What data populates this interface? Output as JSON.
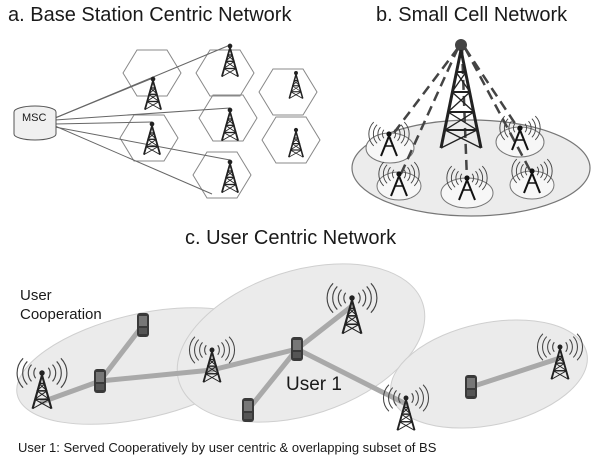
{
  "panel_a": {
    "title": "a. Base Station Centric Network",
    "msc_label": "MSC"
  },
  "panel_b": {
    "title": "b. Small Cell Network"
  },
  "panel_c": {
    "title": "c. User Centric Network",
    "coop_label_line1": "User",
    "coop_label_line2": "Cooperation",
    "user1_label": "User 1",
    "caption": "User 1: Served Cooperatively by user centric & overlapping subset of BS"
  },
  "colors": {
    "line": "#333333",
    "cell_fill": "#ededed",
    "link_fill": "#a9a9a9"
  },
  "icons": [
    "tower-icon",
    "small-cell-icon",
    "user-device-icon",
    "msc-icon"
  ]
}
